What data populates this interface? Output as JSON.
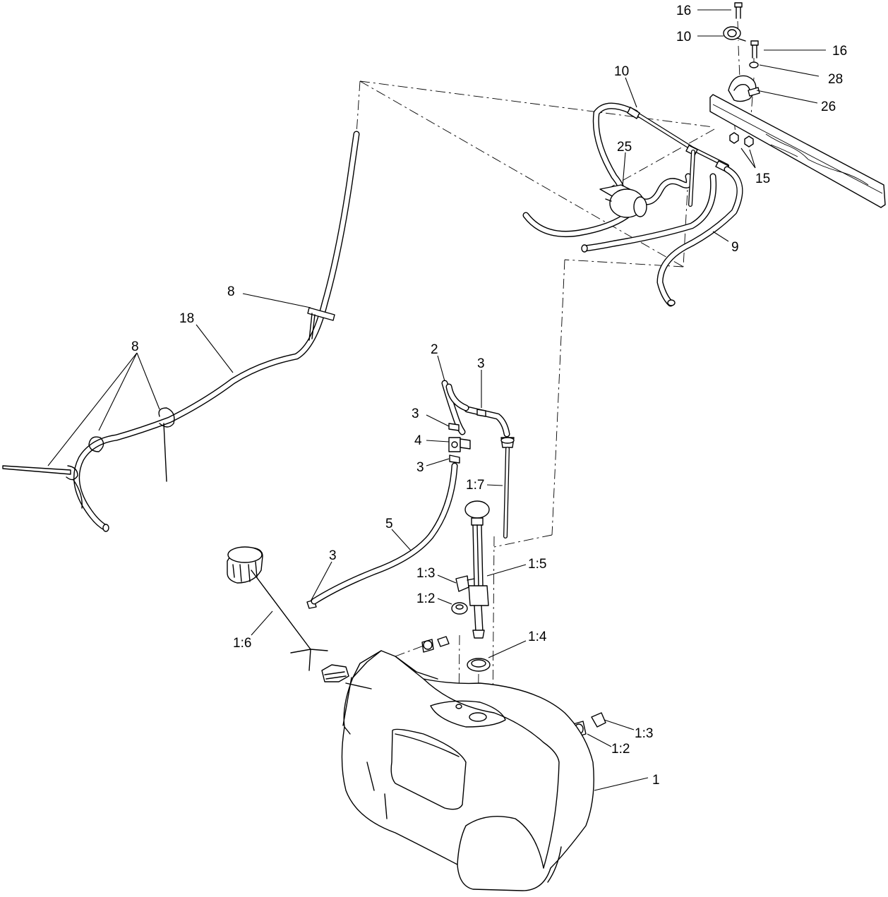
{
  "callouts": [
    {
      "id": "c-16a",
      "text": "16"
    },
    {
      "id": "c-10a",
      "text": "10"
    },
    {
      "id": "c-16b",
      "text": "16"
    },
    {
      "id": "c-28",
      "text": "28"
    },
    {
      "id": "c-26",
      "text": "26"
    },
    {
      "id": "c-10b",
      "text": "10"
    },
    {
      "id": "c-25",
      "text": "25"
    },
    {
      "id": "c-15",
      "text": "15"
    },
    {
      "id": "c-9",
      "text": "9"
    },
    {
      "id": "c-8a",
      "text": "8"
    },
    {
      "id": "c-18",
      "text": "18"
    },
    {
      "id": "c-8b",
      "text": "8"
    },
    {
      "id": "c-2",
      "text": "2"
    },
    {
      "id": "c-3a",
      "text": "3"
    },
    {
      "id": "c-3b",
      "text": "3"
    },
    {
      "id": "c-4",
      "text": "4"
    },
    {
      "id": "c-3c",
      "text": "3"
    },
    {
      "id": "c-17",
      "text": "1:7"
    },
    {
      "id": "c-5",
      "text": "5"
    },
    {
      "id": "c-3d",
      "text": "3"
    },
    {
      "id": "c-15b",
      "text": "1:5"
    },
    {
      "id": "c-13a",
      "text": "1:3"
    },
    {
      "id": "c-12a",
      "text": "1:2"
    },
    {
      "id": "c-16c",
      "text": "1:6"
    },
    {
      "id": "c-14",
      "text": "1:4"
    },
    {
      "id": "c-13b",
      "text": "1:3"
    },
    {
      "id": "c-12b",
      "text": "1:2"
    },
    {
      "id": "c-1",
      "text": "1"
    }
  ]
}
